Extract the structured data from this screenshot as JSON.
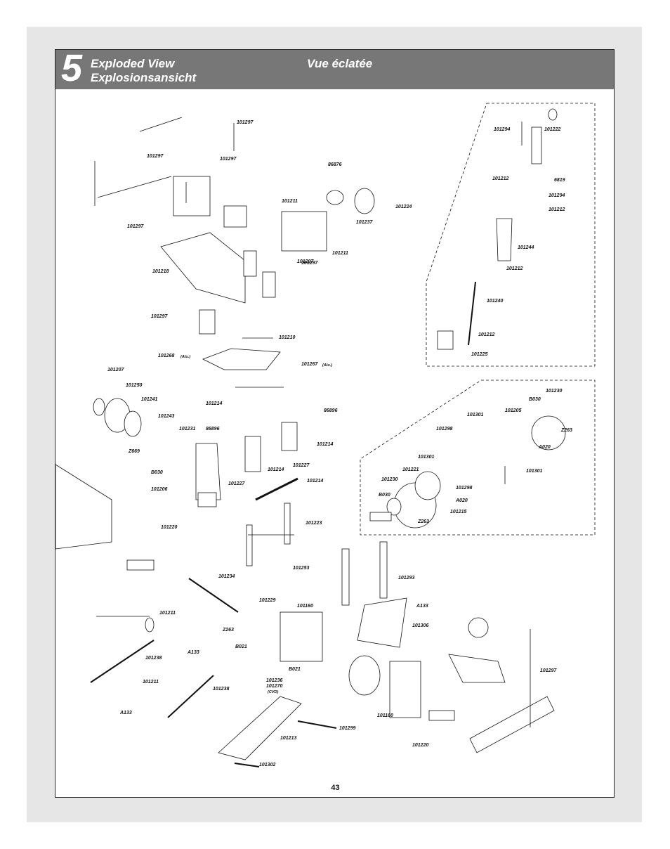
{
  "header": {
    "step_number": "5",
    "title_en": "Exploded View",
    "title_de": "Explosionsansicht",
    "title_fr": "Vue éclatée"
  },
  "page_number": "43",
  "part_labels": [
    "101297",
    "101297",
    "101297",
    "101297",
    "101297",
    "101297",
    "101297",
    "86876",
    "101211",
    "101224",
    "101237",
    "101211",
    "101218",
    "101210",
    "101268",
    "101267",
    "101207",
    "101250",
    "101241",
    "101243",
    "Z669",
    "101231",
    "B030",
    "101206",
    "101220",
    "101214",
    "86896",
    "86896",
    "101214",
    "101214",
    "101227",
    "101227",
    "101214",
    "101223",
    "101294",
    "101222",
    "101212",
    "6819",
    "101294",
    "101212",
    "101244",
    "101212",
    "101240",
    "101212",
    "101225",
    "101230",
    "B030",
    "Z263",
    "101301",
    "101205",
    "101298",
    "A020",
    "101301",
    "101301",
    "101221",
    "101230",
    "B030",
    "101298",
    "A020",
    "101215",
    "Z263",
    "101253",
    "101293",
    "101234",
    "101229",
    "101160",
    "A133",
    "101306",
    "Z263",
    "B021",
    "B021",
    "101211",
    "101238",
    "A133",
    "101211",
    "101238",
    "101236",
    "101270",
    "101160",
    "101297",
    "A133",
    "101213",
    "101299",
    "101302",
    "101220"
  ],
  "sub_labels": {
    "alu": "(Alu.)",
    "cvd": "(CVD)"
  }
}
